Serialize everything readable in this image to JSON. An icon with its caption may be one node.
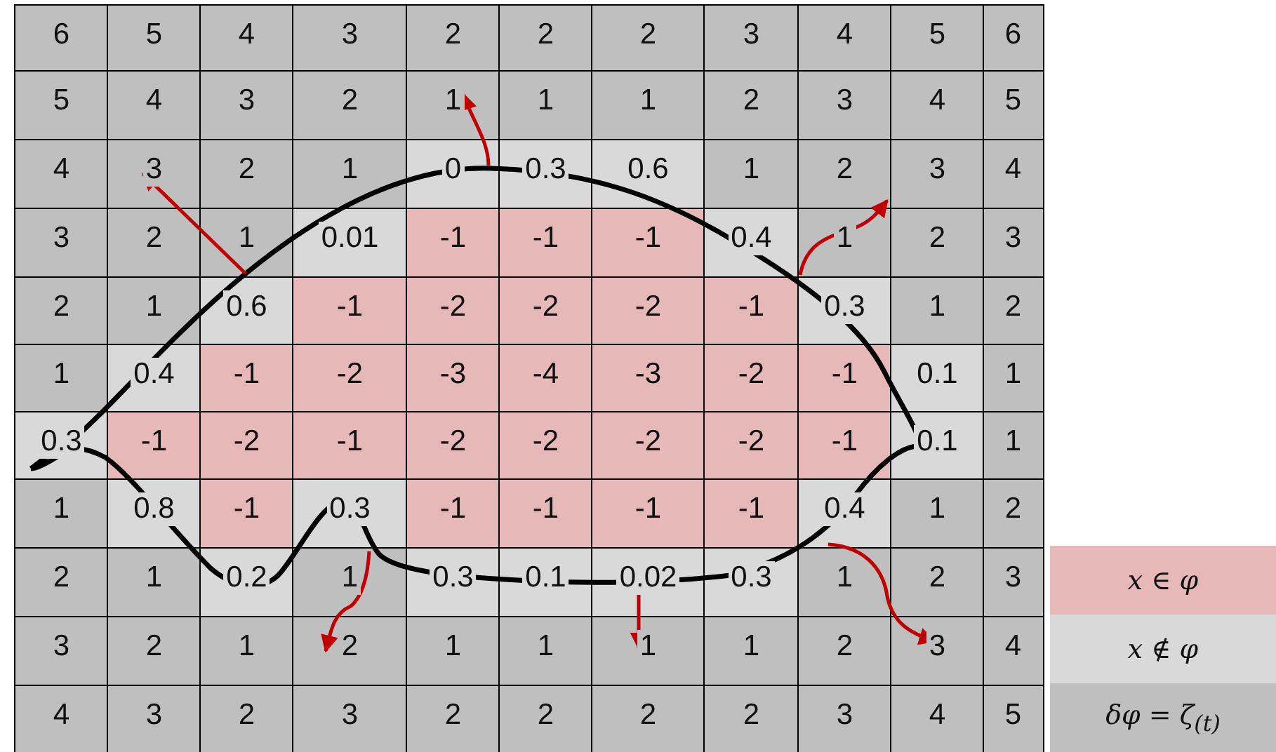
{
  "diagram": {
    "labels": [
      "6",
      "5",
      "4",
      "3",
      "2",
      "2",
      "2",
      "3",
      "4",
      "5",
      "6",
      "5",
      "4",
      "3",
      "2",
      "1",
      "1",
      "1",
      "2",
      "3",
      "4",
      "5",
      "4",
      "3",
      "2",
      "1",
      "0",
      "0.3",
      "0.6",
      "1",
      "2",
      "3",
      "4",
      "3",
      "2",
      "1",
      "0.01",
      "-1",
      "-1",
      "-1",
      "0.4",
      "1",
      "2",
      "3",
      "2",
      "1",
      "0.6",
      "-1",
      "-2",
      "-2",
      "-2",
      "-1",
      "0.3",
      "1",
      "2",
      "1",
      "0.4",
      "-1",
      "-2",
      "-3",
      "-4",
      "-3",
      "-2",
      "-1",
      "0.1",
      "1",
      "0.3",
      "-1",
      "-2",
      "-1",
      "-2",
      "-2",
      "-2",
      "-2",
      "-1",
      "0.1",
      "1",
      "1",
      "0.8",
      "-1",
      "0.3",
      "-1",
      "-1",
      "-1",
      "-1",
      "0.4",
      "1",
      "2",
      "2",
      "1",
      "0.2",
      "1",
      "0.3",
      "0.1",
      "0.02",
      "0.3",
      "1",
      "2",
      "3",
      "3",
      "2",
      "1",
      "2",
      "1",
      "1",
      "1",
      "1",
      "2",
      "3",
      "4",
      "4",
      "3",
      "2",
      "3",
      "2",
      "2",
      "2",
      "2",
      "3",
      "4",
      "5"
    ],
    "legend": [
      {
        "text": "x ∈ φ",
        "color": "#e6b8b7"
      },
      {
        "text": "x ∉ φ",
        "color": "#d9d9d9"
      },
      {
        "text": "δφ = ζ$_{(t)}$",
        "color": "#bfbfbf"
      }
    ]
  }
}
